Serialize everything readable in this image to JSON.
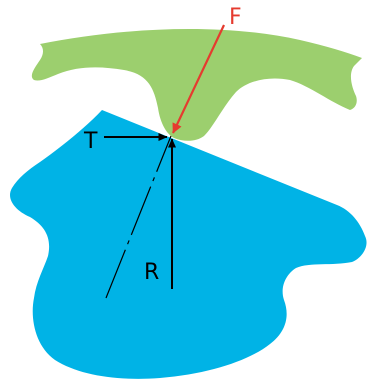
{
  "labels": {
    "force": "F",
    "tangential": "T",
    "radial": "R"
  },
  "colors": {
    "upper_body": "#9ccf6e",
    "lower_body": "#00b3e6",
    "force_arrow": "#e53b2f",
    "component_arrows": "#000000",
    "force_text": "#e53b2f",
    "component_text": "#000000"
  },
  "icons": {
    "force_vector": "arrow-icon",
    "tangential_vector": "arrow-icon",
    "radial_vector": "arrow-icon"
  }
}
